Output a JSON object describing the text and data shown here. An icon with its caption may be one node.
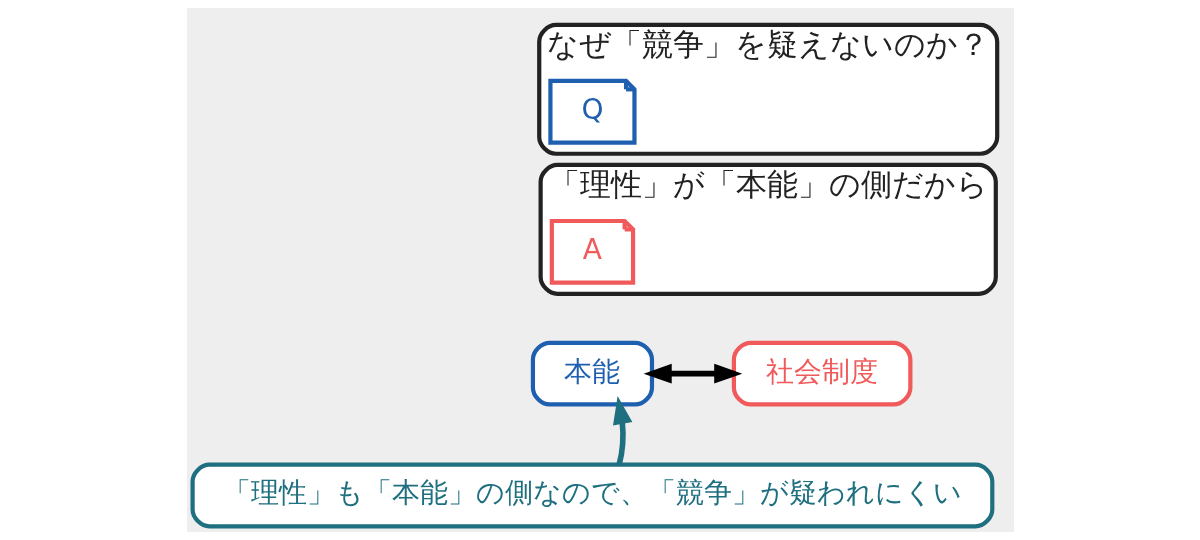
{
  "diagram": {
    "nodes": [
      {
        "text": [
          "なぜ「競争」を疑えないのか？"
        ]
      },
      {
        "text": [
          "Q"
        ],
        "in": 0
      },
      {
        "text": [
          "「理性」が「本能」の側だから"
        ]
      },
      {
        "text": [
          "A"
        ],
        "in": 2
      },
      {
        "text": [
          "本能"
        ]
      },
      {
        "text": [
          "社会制度"
        ]
      },
      {
        "text": [
          "「理性」も「本能」の側なので、「競争」が疑われにくい"
        ]
      }
    ],
    "edges": [
      {
        "from": 4,
        "to": 5,
        "arrow": "both",
        "color": "#000000"
      },
      {
        "from": 6,
        "to": 4,
        "arrow": "to",
        "color": "#1e6f7f"
      }
    ]
  }
}
